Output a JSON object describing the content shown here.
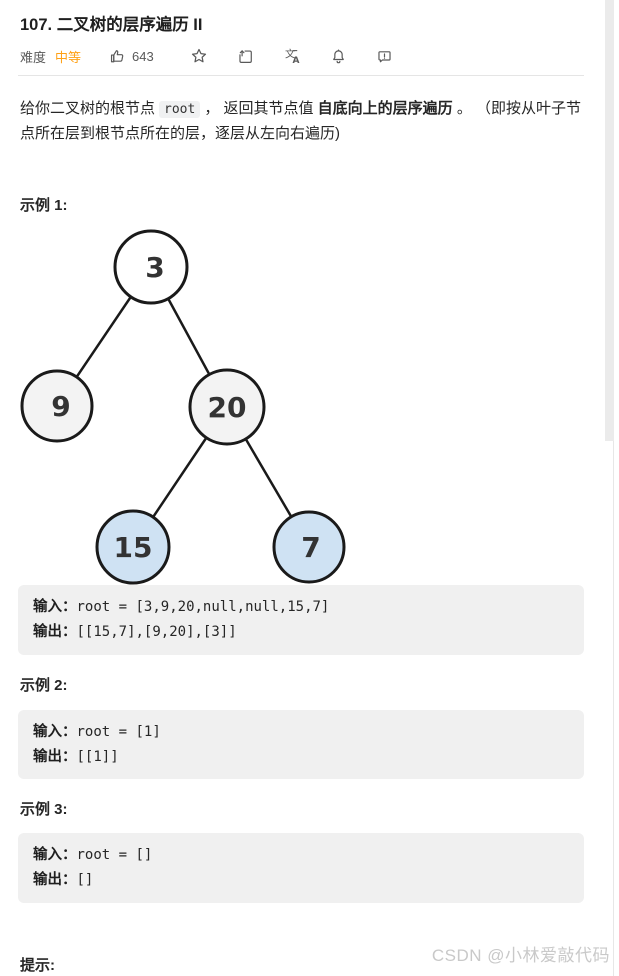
{
  "header": {
    "title": "107. 二叉树的层序遍历 II",
    "difficulty_label": "难度",
    "difficulty_value": "中等",
    "like_count": "643"
  },
  "icons": {
    "translate_main": "文",
    "translate_sub": "A"
  },
  "colors": {
    "difficulty": "#ffa116",
    "node_root_fill": "#ffffff",
    "node_mid_fill": "#f3f3f3",
    "node_leaf_fill": "#cfe2f3",
    "code_block_bg": "#f0f0f0"
  },
  "description": {
    "part1": "给你二叉树的根节点",
    "inline_code": "root",
    "part2": "， 返回其节点值 ",
    "bold": "自底向上的层序遍历",
    "part3": " 。 （即按从叶子节点所在层到根节点所在的层，逐层从左向右遍历)"
  },
  "tree": {
    "nodes": [
      {
        "value": "3",
        "fill": "#ffffff"
      },
      {
        "value": "9",
        "fill": "#f3f3f3"
      },
      {
        "value": "20",
        "fill": "#f3f3f3"
      },
      {
        "value": "15",
        "fill": "#cfe2f3"
      },
      {
        "value": "7",
        "fill": "#cfe2f3"
      }
    ],
    "edges": [
      [
        "3",
        "9"
      ],
      [
        "3",
        "20"
      ],
      [
        "20",
        "15"
      ],
      [
        "20",
        "7"
      ]
    ]
  },
  "examples": [
    {
      "heading": "示例 1:",
      "input_label": "输入：",
      "input": "root = [3,9,20,null,null,15,7]",
      "output_label": "输出：",
      "output": "[[15,7],[9,20],[3]]"
    },
    {
      "heading": "示例 2:",
      "input_label": "输入：",
      "input": "root = [1]",
      "output_label": "输出：",
      "output": "[[1]]"
    },
    {
      "heading": "示例 3:",
      "input_label": "输入：",
      "input": "root = []",
      "output_label": "输出：",
      "output": "[]"
    }
  ],
  "hint": {
    "heading": "提示:"
  },
  "watermark": "CSDN @小林爱敲代码"
}
